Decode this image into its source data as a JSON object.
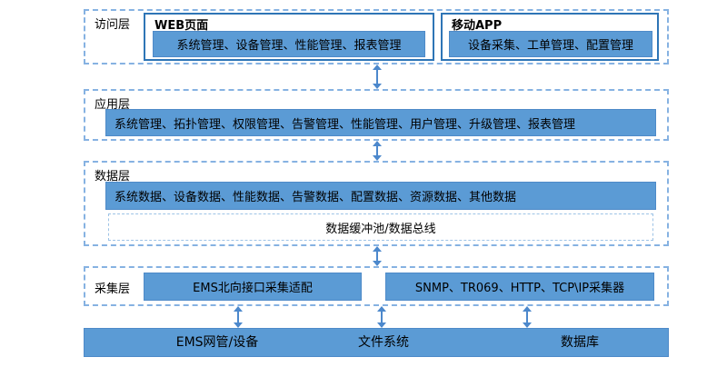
{
  "diagram": {
    "layers": {
      "access": {
        "label": "访问层",
        "web": {
          "title": "WEB页面",
          "items": "系统管理、设备管理、性能管理、报表管理"
        },
        "mobile": {
          "title": "移动APP",
          "items": "设备采集、工单管理、配置管理"
        }
      },
      "application": {
        "label": "应用层",
        "items": "系统管理、拓扑管理、权限管理、告警管理、性能管理、用户管理、升级管理、报表管理"
      },
      "data": {
        "label": "数据层",
        "items": "系统数据、设备数据、性能数据、告警数据、配置数据、资源数据、其他数据",
        "bus": "数据缓冲池/数据总线"
      },
      "collection": {
        "label": "采集层",
        "ems_adapter": "EMS北向接口采集适配",
        "collectors": "SNMP、TR069、HTTP、TCP\\IP采集器"
      },
      "resources": {
        "items": [
          "EMS网管/设备",
          "文件系统",
          "数据库"
        ]
      }
    },
    "colors": {
      "bar_fill": "#5b9bd5",
      "solid_border": "#2e75b6",
      "dashed_border": "#86b2e2",
      "inner_dashed_border": "#9dc3e6",
      "arrow": "#4c88cc"
    }
  }
}
